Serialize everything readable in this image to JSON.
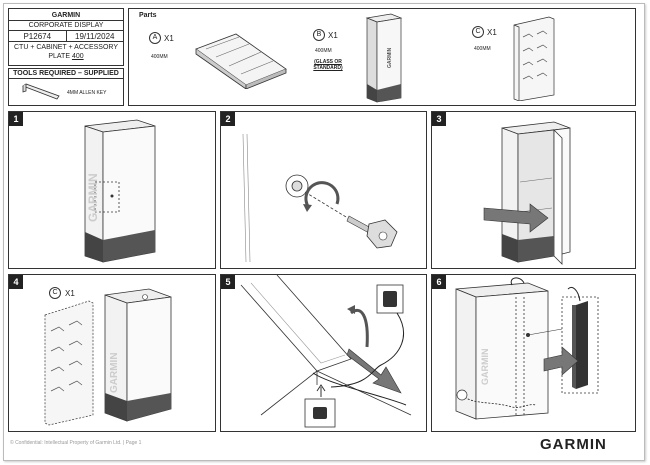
{
  "title_block": {
    "company": "GARMIN",
    "document_type": "CORPORATE DISPLAY",
    "part_number": "P12674",
    "date": "19/11/2024",
    "description_line1": "CTU + CABINET + ACCESSORY",
    "description_line2_prefix": "PLATE ",
    "description_line2_value": "400"
  },
  "tools": {
    "heading": "TOOLS REQUIRED – SUPPLIED",
    "item": "4MM ALLEN KEY"
  },
  "parts": {
    "heading": "Parts",
    "items": [
      {
        "letter": "A",
        "qty": "X1",
        "size": "400MM",
        "note": ""
      },
      {
        "letter": "B",
        "qty": "X1",
        "size": "400MM",
        "note": "(GLASS OR STANDARD)"
      },
      {
        "letter": "C",
        "qty": "X1",
        "size": "400MM",
        "note": ""
      }
    ]
  },
  "steps": [
    {
      "number": "1"
    },
    {
      "number": "2"
    },
    {
      "number": "3"
    },
    {
      "number": "4",
      "callout_letter": "C",
      "callout_qty": "X1"
    },
    {
      "number": "5"
    },
    {
      "number": "6"
    }
  ],
  "cabinet_brand_text": "GARMIN",
  "footer": {
    "confidential": "© Confidential: Intellectual Property of Garmin Ltd. | Page 1",
    "logo": "GARMIN"
  },
  "colors": {
    "panel_number_bg": "#222222",
    "arrow_fill": "#777777",
    "cabinet_base": "#444444"
  }
}
